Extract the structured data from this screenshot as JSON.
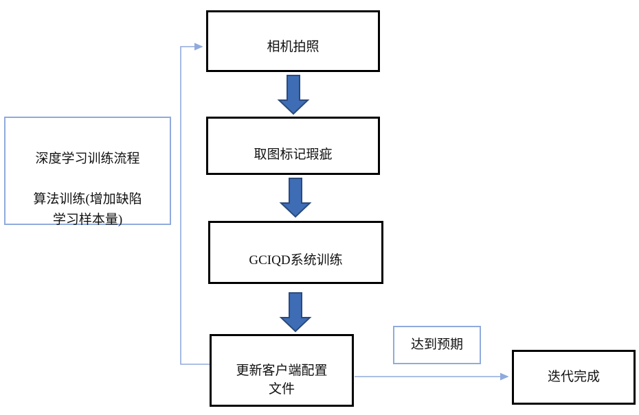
{
  "diagram": {
    "title": "deep-learning-training-flowchart",
    "nodes": {
      "camera": {
        "label": "相机拍照"
      },
      "mark": {
        "label": "取图标记瑕疵"
      },
      "train": {
        "label": "GCIQD系统训练"
      },
      "update": {
        "label": "更新客户端配置\n文件"
      },
      "note": {
        "label": "深度学习训练流程\n\n算法训练(增加缺陷\n学习样本量)"
      },
      "expected": {
        "label": "达到预期"
      },
      "done": {
        "label": "迭代完成"
      }
    },
    "colors": {
      "block_arrow_fill": "#3E6DB5",
      "block_arrow_stroke": "#2B4A7A",
      "thin_line": "#8FAADC",
      "box_border_black": "#000000"
    }
  }
}
